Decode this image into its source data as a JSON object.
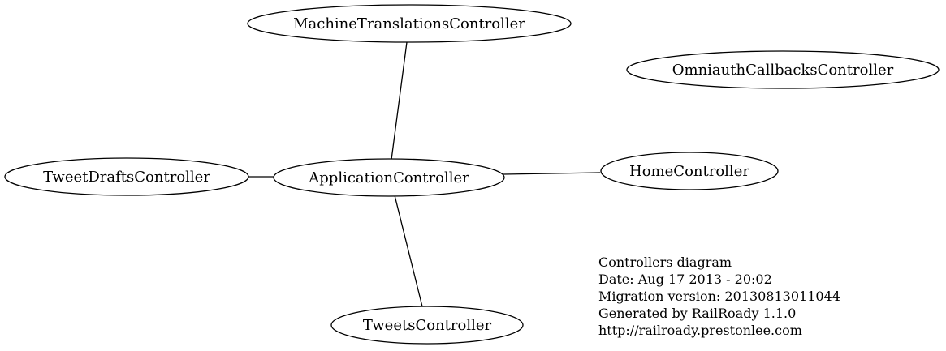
{
  "nodes": {
    "machine_translations": "MachineTranslationsController",
    "omniauth_callbacks": "OmniauthCallbacksController",
    "tweet_drafts": "TweetDraftsController",
    "application": "ApplicationController",
    "home": "HomeController",
    "tweets": "TweetsController"
  },
  "edges": [
    {
      "from": "application",
      "to": "machine_translations"
    },
    {
      "from": "application",
      "to": "tweet_drafts"
    },
    {
      "from": "application",
      "to": "home"
    },
    {
      "from": "application",
      "to": "tweets"
    }
  ],
  "info": {
    "title": "Controllers diagram",
    "date": "Date: Aug 17 2013 - 20:02",
    "migration": "Migration version: 20130813011044",
    "generator": "Generated by RailRoady 1.1.0",
    "url": "http://railroady.prestonlee.com"
  }
}
